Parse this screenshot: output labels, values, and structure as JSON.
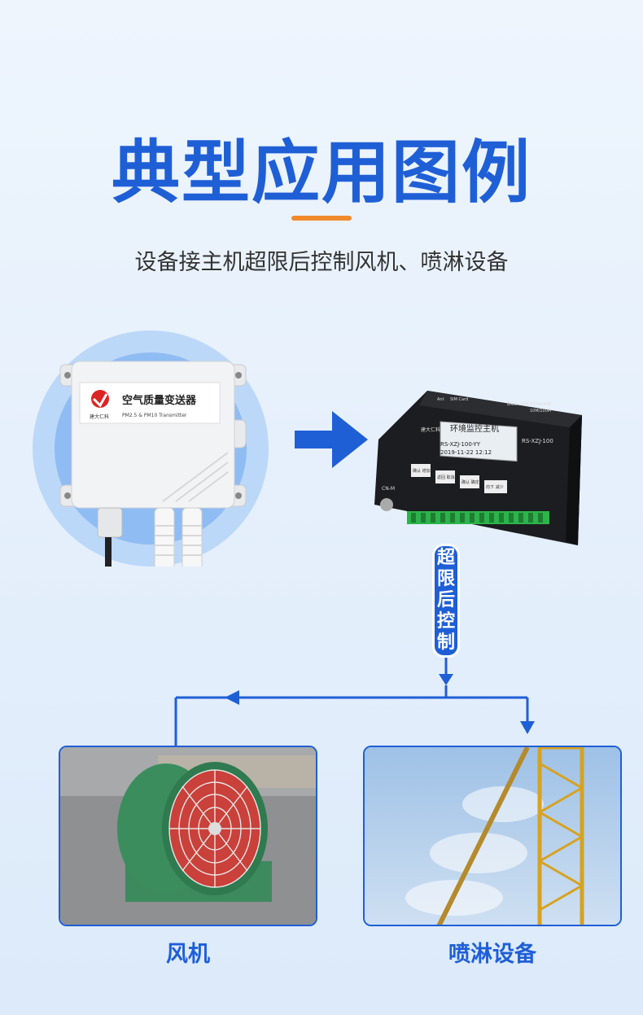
{
  "title": "典型应用图例",
  "subtitle": "设备接主机超限后控制风机、喷淋设备",
  "sensor": {
    "name": "空气质量变送器",
    "model": "PM2.5 & PM10 Transmitter",
    "brand": "建大仁科"
  },
  "controller": {
    "name": "环境监控主机",
    "model_line": "RS-XZJ-100-YY",
    "datetime": "2019-11-22   12:12",
    "model_tag": "RS-XZJ-100",
    "brand": "建大仁科",
    "power": "DC9-35V Ethernet",
    "speed": "10M/100M",
    "port_ant": "Ant",
    "port_sim": "SIM Card",
    "port_cn": "CN-M",
    "btn_1": "确认 增加",
    "btn_2": "返回 取消",
    "btn_3": "确认 确定",
    "btn_4": "向下 减少"
  },
  "control_label": [
    "超",
    "限",
    "后",
    "控",
    "制"
  ],
  "outputs": [
    {
      "label": "风机"
    },
    {
      "label": "喷淋设备"
    }
  ],
  "colors": {
    "accent": "#1f5fd6",
    "orange": "#f08a2a"
  }
}
